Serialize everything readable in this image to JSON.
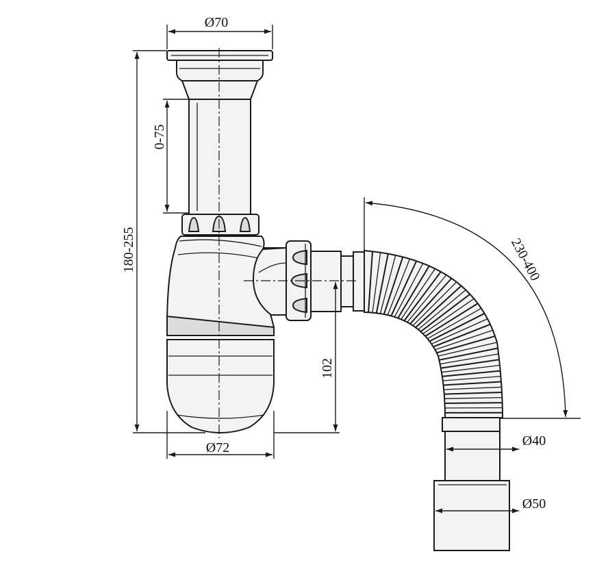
{
  "dimensions": {
    "top_diameter": "Ø70",
    "bottom_diameter": "Ø72",
    "height_range": "180-255",
    "pipe_extension": "0-75",
    "outlet_height": "102",
    "hose_length": "230-400",
    "outlet_small": "Ø40",
    "outlet_large": "Ø50"
  },
  "colors": {
    "stroke": "#1a1a1a",
    "part_fill": "#f3f3f3",
    "part_shade": "#dcdcdc"
  }
}
